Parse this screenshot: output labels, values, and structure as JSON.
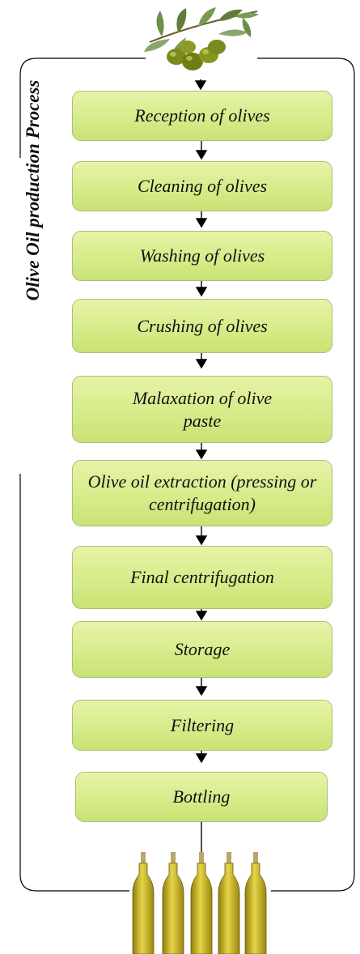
{
  "diagram": {
    "side_title": "Olive Oil production Process",
    "steps": [
      {
        "label": "Reception of olives"
      },
      {
        "label": "Cleaning of olives"
      },
      {
        "label": "Washing of olives"
      },
      {
        "label": "Crushing of olives"
      },
      {
        "label": "Malaxation of olive paste"
      },
      {
        "label": "Olive oil extraction (pressing or centrifugation)"
      },
      {
        "label": "Final centrifugation"
      },
      {
        "label": "Storage"
      },
      {
        "label": "Filtering"
      },
      {
        "label": "Bottling"
      }
    ],
    "colors": {
      "step_fill": "#d6ec8a",
      "step_border": "#a9bf7a",
      "arrow": "#000000",
      "olive": "#7a8a1c",
      "leaf": "#5f7d3c",
      "oil": "#c8b21a"
    },
    "icons": [
      "olive-branch-icon",
      "oil-bottles-icon"
    ]
  }
}
